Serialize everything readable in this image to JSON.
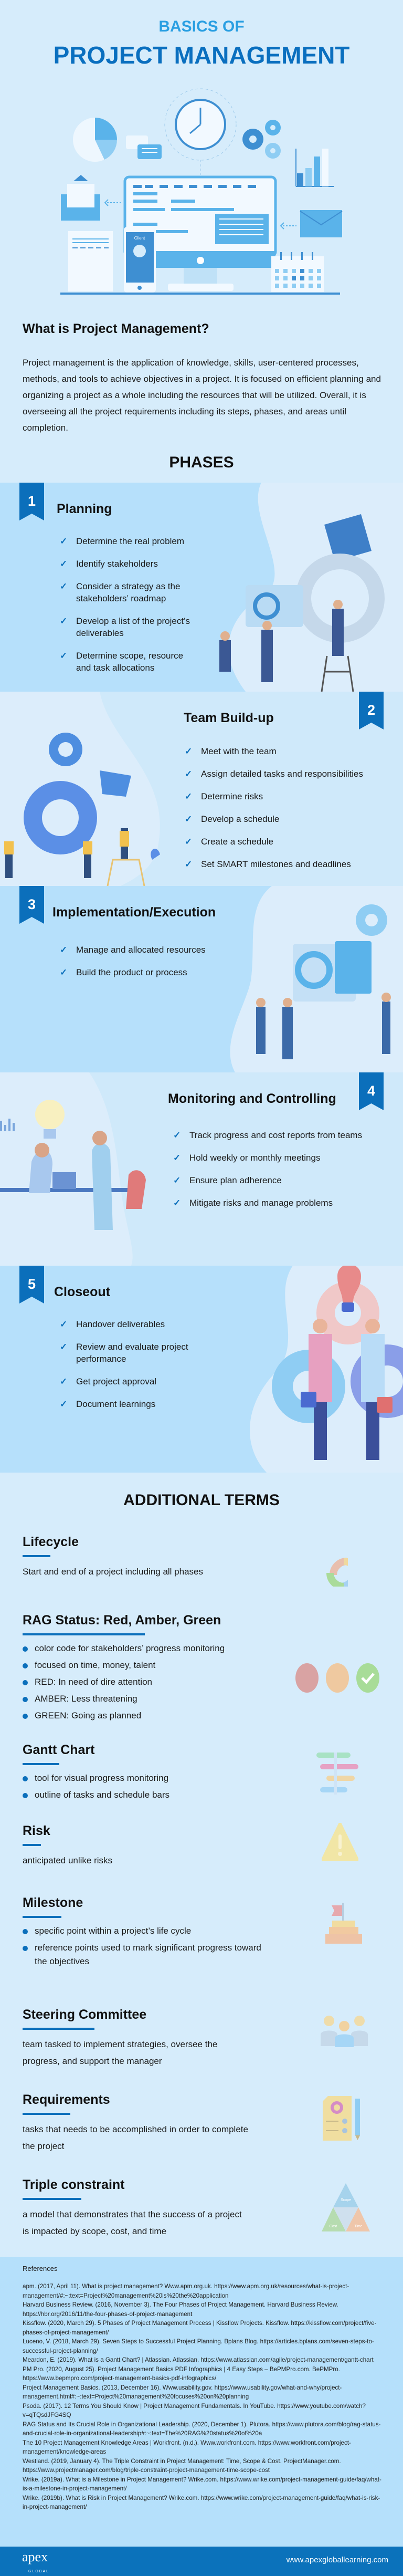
{
  "header": {
    "title_line1": "BASICS OF",
    "title_line2": "PROJECT MANAGEMENT",
    "phone_label": "Client"
  },
  "intro": {
    "title": "What is Project Management?",
    "text": "Project management is the application of knowledge, skills, user-centered processes, methods, and tools to achieve objectives in a project. It is focused on efficient planning and organizing a project as a whole including the resources that will be utilized. Overall, it is overseeing all the project requirements including its steps, phases, and areas until completion."
  },
  "phases_heading": "PHASES",
  "phases": [
    {
      "number": "1",
      "title": "Planning",
      "items": [
        "Determine the real problem",
        "Identify stakeholders",
        "Consider a strategy as the stakeholders’ roadmap",
        "Develop a list of the project’s deliverables",
        "Determine scope, resource and task allocations"
      ]
    },
    {
      "number": "2",
      "title": "Team Build-up",
      "items": [
        "Meet with the team",
        "Assign detailed tasks and responsibilities",
        "Determine risks",
        "Develop a schedule",
        "Create a schedule",
        "Set SMART milestones and deadlines"
      ]
    },
    {
      "number": "3",
      "title": "Implementation/Execution",
      "items": [
        "Manage and allocated resources",
        "Build the product or process"
      ]
    },
    {
      "number": "4",
      "title": "Monitoring and Controlling",
      "items": [
        "Track progress and cost reports from teams",
        "Hold weekly or monthly meetings",
        "Ensure plan adherence",
        "Mitigate risks and manage problems"
      ]
    },
    {
      "number": "5",
      "title": "Closeout",
      "items": [
        "Handover deliverables",
        "Review and evaluate project performance",
        "Get project approval",
        "Document learnings"
      ]
    }
  ],
  "terms_heading": "ADDITIONAL TERMS",
  "terms": [
    {
      "title": "Lifecycle",
      "icon": "lifecycle-icon",
      "description": "Start and end of a project including all phases"
    },
    {
      "title": "RAG Status: Red, Amber, Green",
      "icon": "rag-status-icon",
      "bullets": [
        "color code for stakeholders’ progress monitoring",
        "focused on time, money, talent",
        "RED: In need of dire attention",
        "AMBER: Less threatening",
        "GREEN: Going as planned"
      ]
    },
    {
      "title": "Gantt Chart",
      "icon": "gantt-chart-icon",
      "bullets": [
        "tool for visual progress monitoring",
        "outline of tasks and schedule bars"
      ]
    },
    {
      "title": "Risk",
      "icon": "warning-icon",
      "description": "anticipated unlike risks"
    },
    {
      "title": "Milestone",
      "icon": "milestone-flag-icon",
      "bullets": [
        "specific point within a project’s life cycle",
        "reference points used to mark significant progress toward the objectives"
      ]
    },
    {
      "title": "Steering Committee",
      "icon": "team-icon",
      "description": "team tasked to implement strategies, oversee the progress, and support the manager"
    },
    {
      "title": "Requirements",
      "icon": "requirements-document-icon",
      "description": "tasks that needs to be accomplished in order to complete the project"
    },
    {
      "title": "Triple constraint",
      "icon": "triangle-constraint-icon",
      "description": "a model that demonstrates that the success of a project is impacted by scope, cost, and time",
      "icon_labels": [
        "Scope",
        "Cost",
        "Time"
      ]
    }
  ],
  "rag_colors": {
    "red": "#d9a3a3",
    "amber": "#efc9a0",
    "green": "#a8dc98"
  },
  "references": {
    "label": "References",
    "entries": [
      "apm. (2017, April 11). What is project management? Www.apm.org.uk. https://www.apm.org.uk/resources/what-is-project-management/#:~:text=Project%20management%20is%20the%20application",
      "Harvard Business Review. (2016, November 3). The Four Phases of Project Management. Harvard Business Review. https://hbr.org/2016/11/the-four-phases-of-project-management",
      "Kissflow. (2020, March 29). 5 Phases of Project Management Process | Kissflow Projects. Kissflow. https://kissflow.com/project/five-phases-of-project-management/",
      "Luceno, V. (2018, March 29). Seven Steps to Successful Project Planning. Bplans Blog. https://articles.bplans.com/seven-steps-to-successful-project-planning/",
      "Meardon, E. (2019). What is a Gantt Chart? | Atlassian. Atlassian. https://www.atlassian.com/agile/project-management/gantt-chart",
      "PM Pro. (2020, August 25). Project Management Basics PDF Infographics | 4 Easy Steps – BePMPro.com. BePMPro. https://www.bepmpro.com/project-management-basics-pdf-infographics/",
      "Project Management Basics. (2013, December 16). Www.usability.gov. https://www.usability.gov/what-and-why/project-management.html#:~:text=Project%20management%20focuses%20on%20planning",
      "Psoda. (2017). 12 Terms You Should Know | Project Management Fundamentals. In YouTube. https://www.youtube.com/watch?v=qTQsdJFG4SQ",
      "RAG Status and Its Crucial Role in Organizational Leadership. (2020, December 1). Plutora. https://www.plutora.com/blog/rag-status-and-crucial-role-in-organizational-leadership#:~:text=The%20RAG%20status%20of%20a",
      "The 10 Project Management Knowledge Areas | Workfront. (n.d.). Www.workfront.com. https://www.workfront.com/project-management/knowledge-areas",
      "Westland. (2019, January 4). The Triple Constraint in Project Management: Time, Scope & Cost. ProjectManager.com. https://www.projectmanager.com/blog/triple-constraint-project-management-time-scope-cost",
      "Wrike. (2019a). What is a Milestone in Project Management? Wrike.com. https://www.wrike.com/project-management-guide/faq/what-is-a-milestone-in-project-management/",
      "Wrike. (2019b). What is Risk in Project Management? Wrike.com. https://www.wrike.com/project-management-guide/faq/what-is-risk-in-project-management/"
    ]
  },
  "footer": {
    "logo_text": "apex GLOBAL",
    "url": "www.apexgloballearning.com"
  },
  "colors": {
    "accent": "#0b6fbb",
    "title_light": "#2a9fe2",
    "background": "#d6ecfb",
    "band": "#b6e0fb",
    "footer": "#0b72bb"
  }
}
